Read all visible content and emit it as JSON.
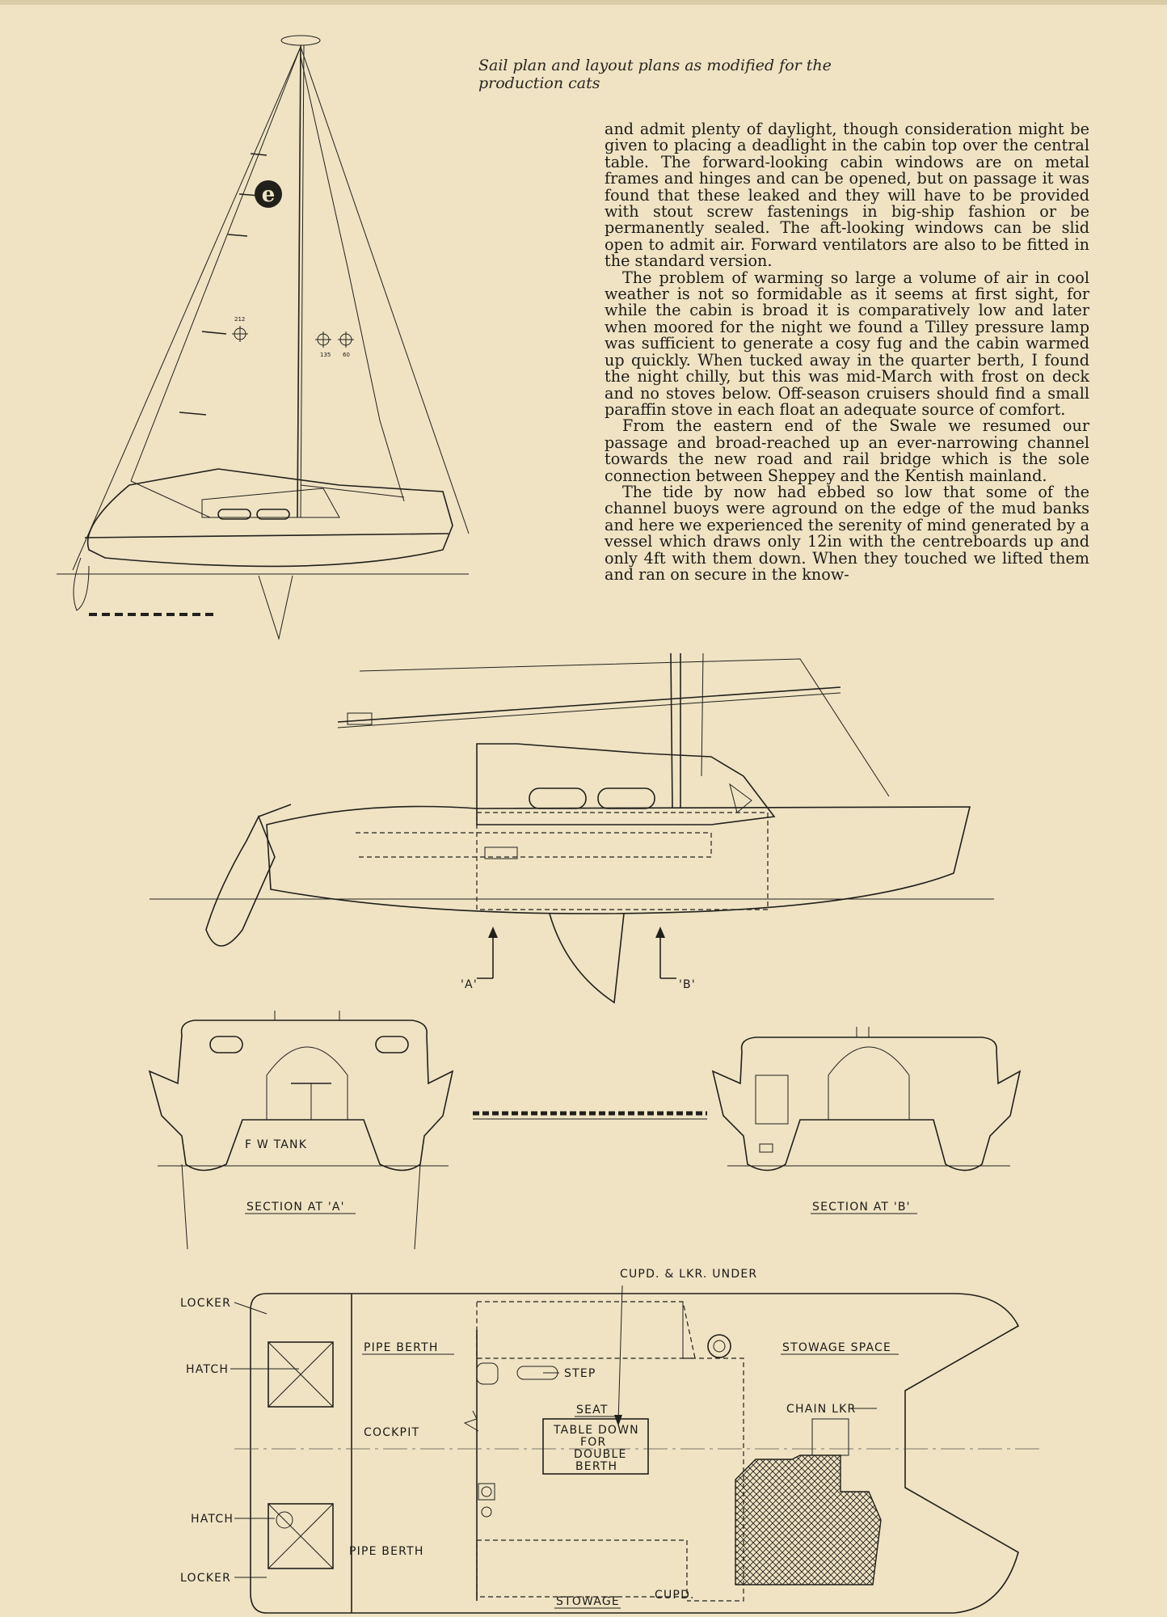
{
  "caption": {
    "line1": "Sail plan and layout plans as modified for the",
    "line2": "production cats"
  },
  "article": {
    "paragraphs": [
      "and admit plenty of daylight, though consideration might be given to placing a deadlight in the cabin top over the central table. The forward-looking cabin windows are on metal frames and hinges and can be opened, but on passage it was found that these leaked and they will have to be provided with stout screw fastenings in big-ship fashion or be permanently sealed. The aft-looking windows can be slid open to admit air. Forward ventilators are also to be fitted in the standard version.",
      "The problem of warming so large a volume of air in cool weather is not so formidable as it seems at first sight, for while the cabin is broad it is comparatively low and later when moored for the night we found a Tilley pressure lamp was sufficient to generate a cosy fug and the cabin warmed up quickly. When tucked away in the quarter berth, I found the night chilly, but this was mid-March with frost on deck and no stoves below. Off-season cruisers should find a small paraffin stove in each float an adequate source of comfort.",
      "From the eastern end of the Swale we resumed our passage and broad-reached up an ever-narrowing channel towards the new road and rail bridge which is the sole connection between Sheppey and the Kentish mainland.",
      "The tide by now had ebbed so low that some of the channel buoys were aground on the edge of the mud banks and here we experienced the serenity of mind generated by a vessel which draws only 12in with the centreboards up and only 4ft with them down. When they touched we lifted them and ran on secure in the know-"
    ]
  },
  "sail_plan": {
    "sail_logo": "e",
    "sail_numbers": [
      "212",
      "135",
      "60"
    ]
  },
  "profile_labels": {
    "section_a": "'A'",
    "section_b": "'B'"
  },
  "sections": {
    "label_a": "SECTION AT 'A'",
    "label_b": "SECTION AT 'B'",
    "fw_tank": "F W TANK"
  },
  "layout_plan": {
    "locker_top": "LOCKER",
    "hatch_top": "HATCH",
    "hatch_bottom": "HATCH",
    "locker_bottom": "LOCKER",
    "pipe_berth_top": "PIPE BERTH",
    "pipe_berth_bottom": "PIPE BERTH",
    "cockpit": "COCKPIT",
    "step": "STEP",
    "seat": "SEAT",
    "table_line1": "TABLE DOWN",
    "table_line2": "FOR",
    "table_line3": "DOUBLE",
    "table_line4": "BERTH",
    "cupd_lkr": "CUPD. & LKR. UNDER",
    "stowage_space": "STOWAGE SPACE",
    "chain_lkr": "CHAIN LKR",
    "stowage": "STOWAGE",
    "cupd": "CUPD."
  }
}
